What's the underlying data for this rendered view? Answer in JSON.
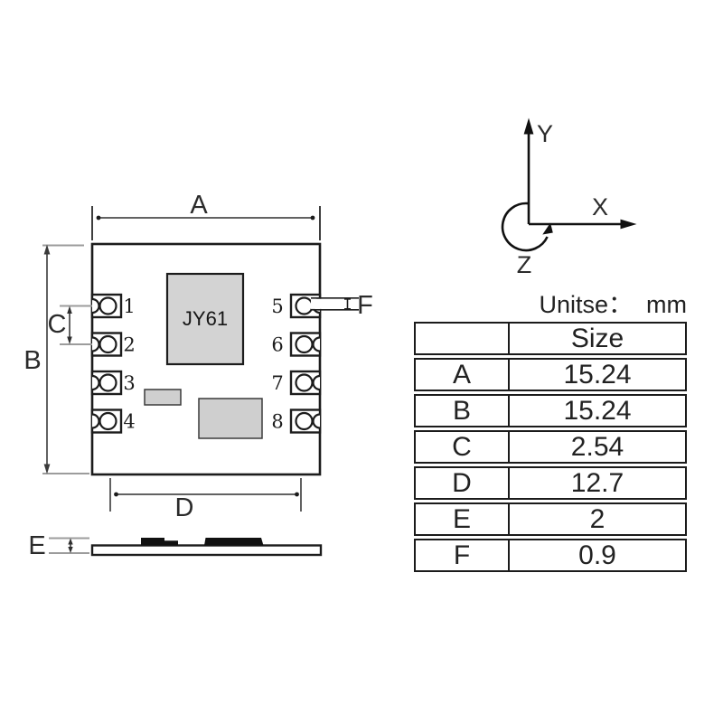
{
  "axes": {
    "x_label": "X",
    "y_label": "Y",
    "z_label": "Z"
  },
  "top_view": {
    "chip_label": "JY61",
    "left_pin_numbers": [
      "1",
      "2",
      "3",
      "4"
    ],
    "right_pin_numbers": [
      "5",
      "6",
      "7",
      "8"
    ]
  },
  "dim_labels": {
    "a": "A",
    "b": "B",
    "c": "C",
    "d": "D",
    "e": "E",
    "f": "F"
  },
  "size_table": {
    "units_label": "Unitse：  mm",
    "size_header": "Size",
    "rows": [
      {
        "dim": "A",
        "size": "15.24"
      },
      {
        "dim": "B",
        "size": "15.24"
      },
      {
        "dim": "C",
        "size": "2.54"
      },
      {
        "dim": "D",
        "size": "12.7"
      },
      {
        "dim": "E",
        "size": "2"
      },
      {
        "dim": "F",
        "size": "0.9"
      }
    ]
  },
  "colors": {
    "outline": "#1c1c1c",
    "dim_line": "#2f2f2f",
    "extension_line": "#9c9c9c",
    "chip_fill": "#d3d3d3",
    "part_fill": "#cfcfcf",
    "component_black": "#111111",
    "background": "#ffffff"
  }
}
